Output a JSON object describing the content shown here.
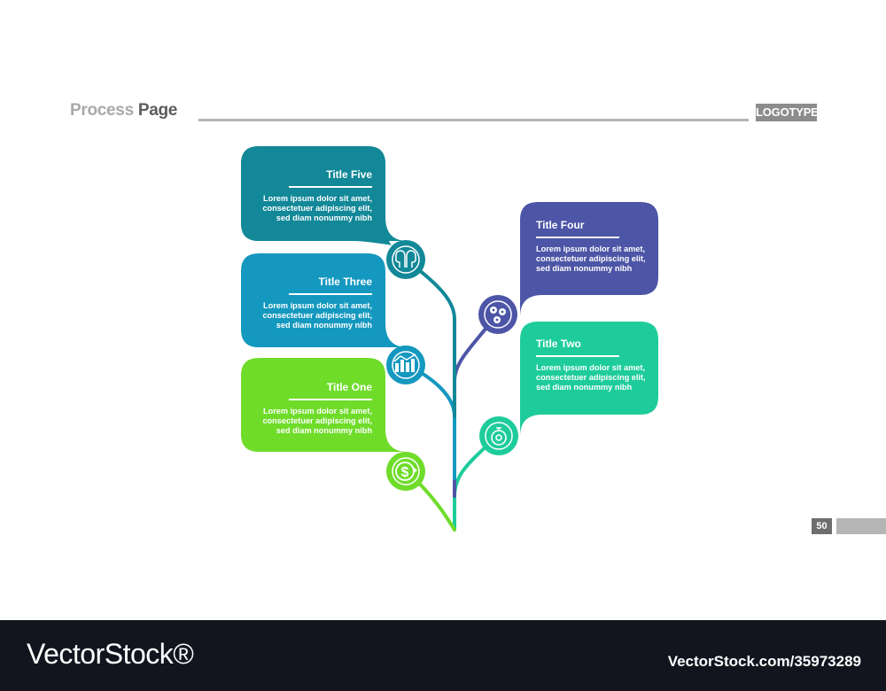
{
  "header": {
    "title_part1": "Process",
    "title_part2": "Page",
    "logo": "LOGOTYPE"
  },
  "colors": {
    "step1": "#6fdc2a",
    "step2": "#1ecc9b",
    "step3": "#1598bf",
    "step4": "#4c55a6",
    "step5": "#128898"
  },
  "steps": [
    {
      "title": "Title One",
      "lines": [
        "Lorem ipsum dolor sit amet,",
        "consectetuer adipiscing elit,",
        "sed diam nonummy nibh"
      ],
      "icon": "dollar-refresh-icon"
    },
    {
      "title": "Title Two",
      "lines": [
        "Lorem ipsum dolor sit amet,",
        "consectetuer adipiscing elit,",
        "sed diam nonummy nibh"
      ],
      "icon": "stopwatch-icon"
    },
    {
      "title": "Title Three",
      "lines": [
        "Lorem ipsum dolor sit amet,",
        "consectetuer adipiscing elit,",
        "sed diam nonummy nibh"
      ],
      "icon": "bar-chart-icon"
    },
    {
      "title": "Title Four",
      "lines": [
        "Lorem ipsum dolor sit amet,",
        "consectetuer adipiscing elit,",
        "sed diam nonummy nibh"
      ],
      "icon": "gears-icon"
    },
    {
      "title": "Title Five",
      "lines": [
        "Lorem ipsum dolor sit amet,",
        "consectetuer adipiscing elit,",
        "sed diam nonummy nibh"
      ],
      "icon": "heads-icon"
    }
  ],
  "page_number": "50",
  "footer": {
    "brand": "VectorStock®",
    "image_id": "VectorStock.com/35973289"
  }
}
